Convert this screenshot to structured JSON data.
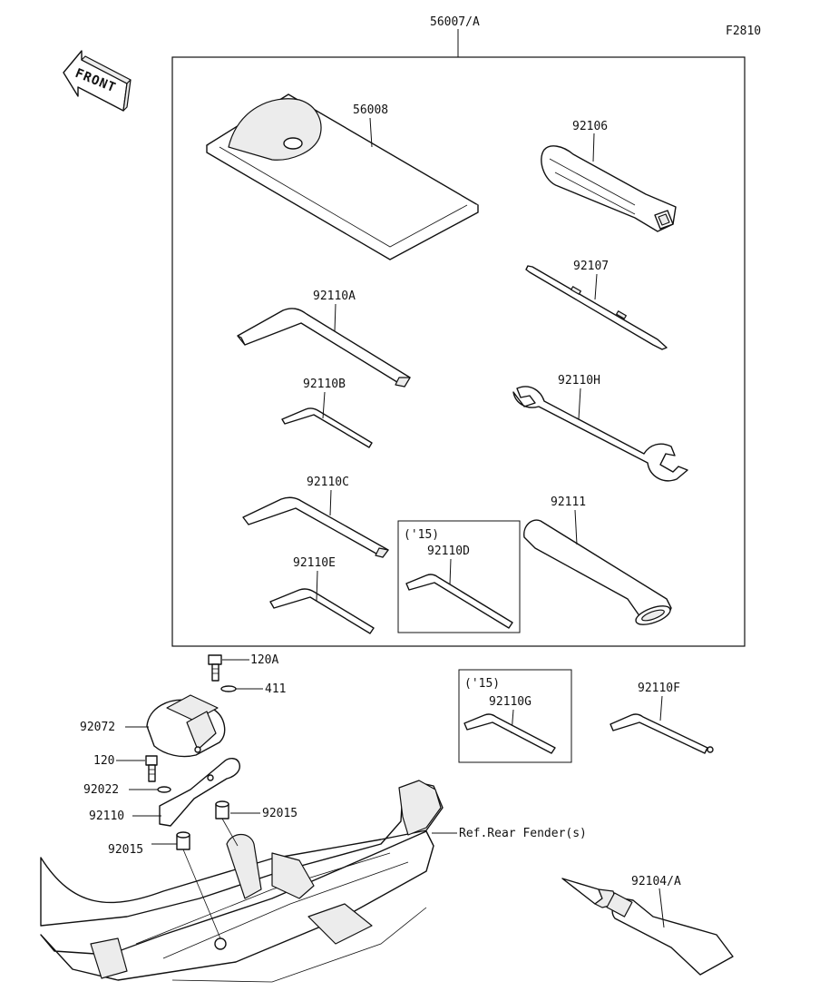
{
  "figure_code": "F2810",
  "front_arrow": {
    "text": "FRONT"
  },
  "kit_label": "56007/A",
  "parts": {
    "p56008": "56008",
    "p92106": "92106",
    "p92107": "92107",
    "p92110A": "92110A",
    "p92110B": "92110B",
    "p92110H": "92110H",
    "p92110C": "92110C",
    "p92111": "92111",
    "p92110E": "92110E",
    "p92110D": "92110D",
    "p120A": "120A",
    "p411": "411",
    "p92072": "92072",
    "p120": "120",
    "p92022": "92022",
    "p92110": "92110",
    "p92015a": "92015",
    "p92015b": "92015",
    "p92110G": "92110G",
    "p92110F": "92110F",
    "p92104A": "92104/A"
  },
  "year_box_d": "('15)",
  "year_box_g": "('15)",
  "reference": "Ref.Rear Fender(s)"
}
